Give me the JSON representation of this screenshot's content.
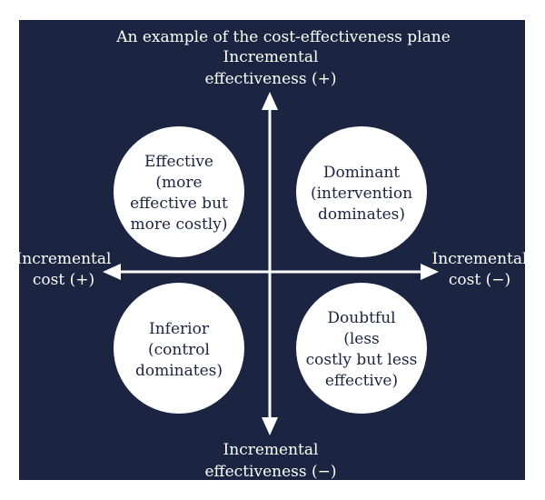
{
  "title": "An example of the cost-effectiveness plane",
  "axes": {
    "top": [
      "Incremental",
      "effectiveness (+)"
    ],
    "bottom": [
      "Incremental",
      "effectiveness (−)"
    ],
    "left": [
      "Incremental",
      "cost (+)"
    ],
    "right": [
      "Incremental",
      "cost (−)"
    ]
  },
  "quadrants": {
    "effective": [
      "Effective",
      "(more",
      "effective but",
      "more costly)"
    ],
    "dominant": [
      "Dominant",
      "(intervention",
      "dominates)"
    ],
    "inferior": [
      "Inferior",
      "(control",
      "dominates)"
    ],
    "doubtful": [
      "Doubtful",
      "(less",
      "costly but less",
      "effective)"
    ]
  },
  "colors": {
    "background": "#1b2440",
    "foreground": "#ffffff"
  }
}
